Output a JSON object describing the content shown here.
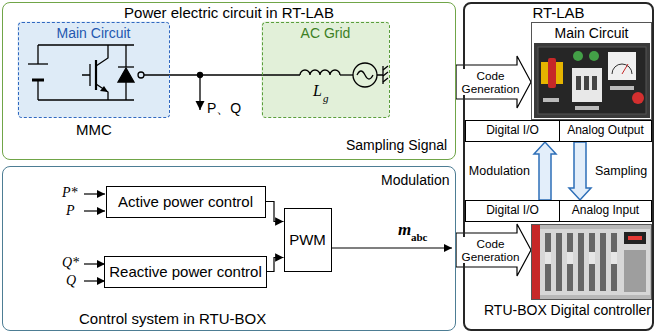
{
  "diagram": {
    "nodes": [
      {
        "text": [
          "Power electric circuit in RT-LAB"
        ]
      },
      {
        "text": [
          "Main Circuit"
        ],
        "in": 0
      },
      {
        "text": [
          "AC Grid"
        ],
        "in": 0
      },
      {
        "text": [
          "Control system in RTU-BOX"
        ]
      },
      {
        "text": [
          "Active power control"
        ],
        "in": 3
      },
      {
        "text": [
          "Reactive power control"
        ],
        "in": 3
      },
      {
        "text": [
          "PWM"
        ],
        "in": 3
      },
      {
        "text": [
          "RT-LAB"
        ]
      },
      {
        "text": [
          "Main Circuit"
        ],
        "in": 7
      },
      {
        "text": [
          "Digital I/O"
        ],
        "in": 7
      },
      {
        "text": [
          "Analog Output"
        ],
        "in": 7
      },
      {
        "text": [
          "Digital I/O"
        ],
        "in": 7
      },
      {
        "text": [
          "Analog Input"
        ],
        "in": 7
      },
      {
        "text": [
          "RTU-BOX Digital controller"
        ],
        "in": 7
      }
    ],
    "edges": [
      {
        "from": 0,
        "to": 8,
        "arrow": "to",
        "label": "Code Generation"
      },
      {
        "from": 3,
        "to": 13,
        "arrow": "to",
        "label": "Code Generation"
      },
      {
        "from": 11,
        "to": 9,
        "arrow": "to",
        "label": "Modulation"
      },
      {
        "from": 10,
        "to": 12,
        "arrow": "to",
        "label": "Sampling"
      },
      {
        "from": 4,
        "to": 6,
        "arrow": "to"
      },
      {
        "from": 5,
        "to": 6,
        "arrow": "to"
      }
    ],
    "labels": [
      "MMC",
      "P、Q",
      "L",
      "g",
      "Sampling Signal",
      "P*",
      "P",
      "Q*",
      "Q",
      "m",
      "abc",
      "Modulation"
    ]
  }
}
